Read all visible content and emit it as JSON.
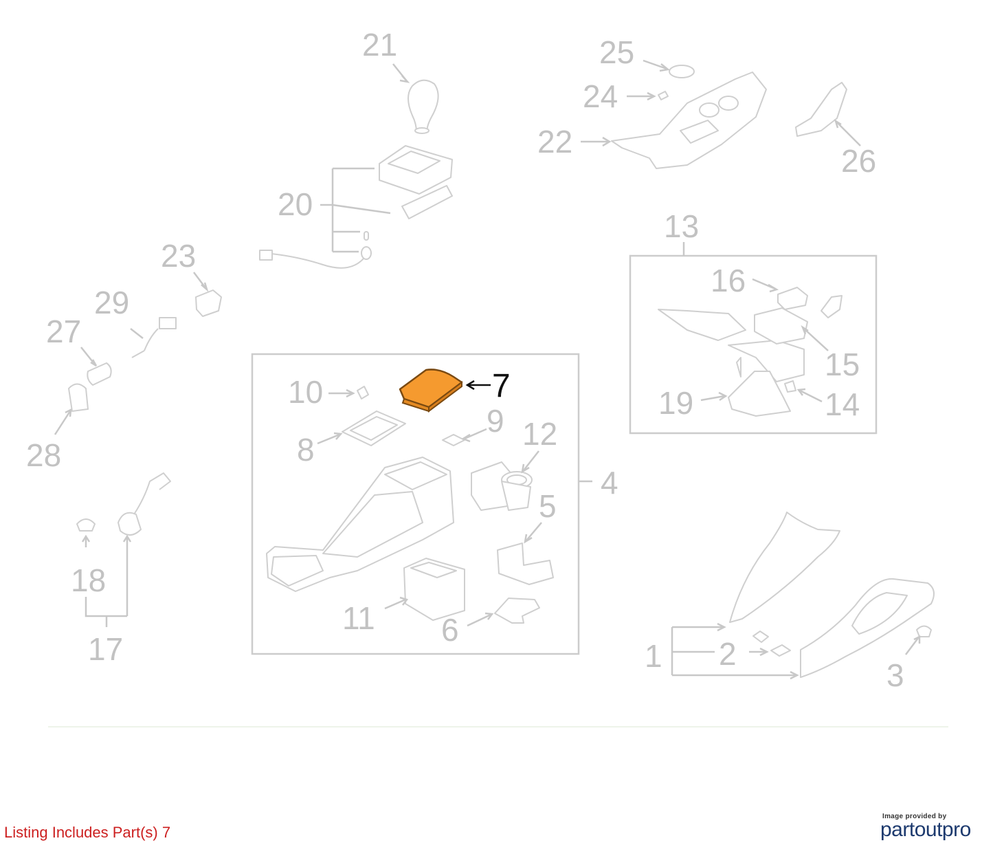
{
  "callouts": {
    "c1": "1",
    "c2": "2",
    "c3": "3",
    "c4": "4",
    "c5": "5",
    "c6": "6",
    "c7": "7",
    "c8": "8",
    "c9": "9",
    "c10": "10",
    "c11": "11",
    "c12": "12",
    "c13": "13",
    "c14": "14",
    "c15": "15",
    "c16": "16",
    "c17": "17",
    "c18": "18",
    "c19": "19",
    "c20": "20",
    "c21": "21",
    "c22": "22",
    "c23": "23",
    "c24": "24",
    "c25": "25",
    "c26": "26",
    "c27": "27",
    "c28": "28",
    "c29": "29"
  },
  "highlight": {
    "part": "7",
    "color": "#f59a2f"
  },
  "footer": {
    "listing_caption": "Listing Includes Part(s) 7",
    "provider_small": "Image provided by",
    "provider_logo_a": "partout",
    "provider_logo_b": "pro"
  }
}
